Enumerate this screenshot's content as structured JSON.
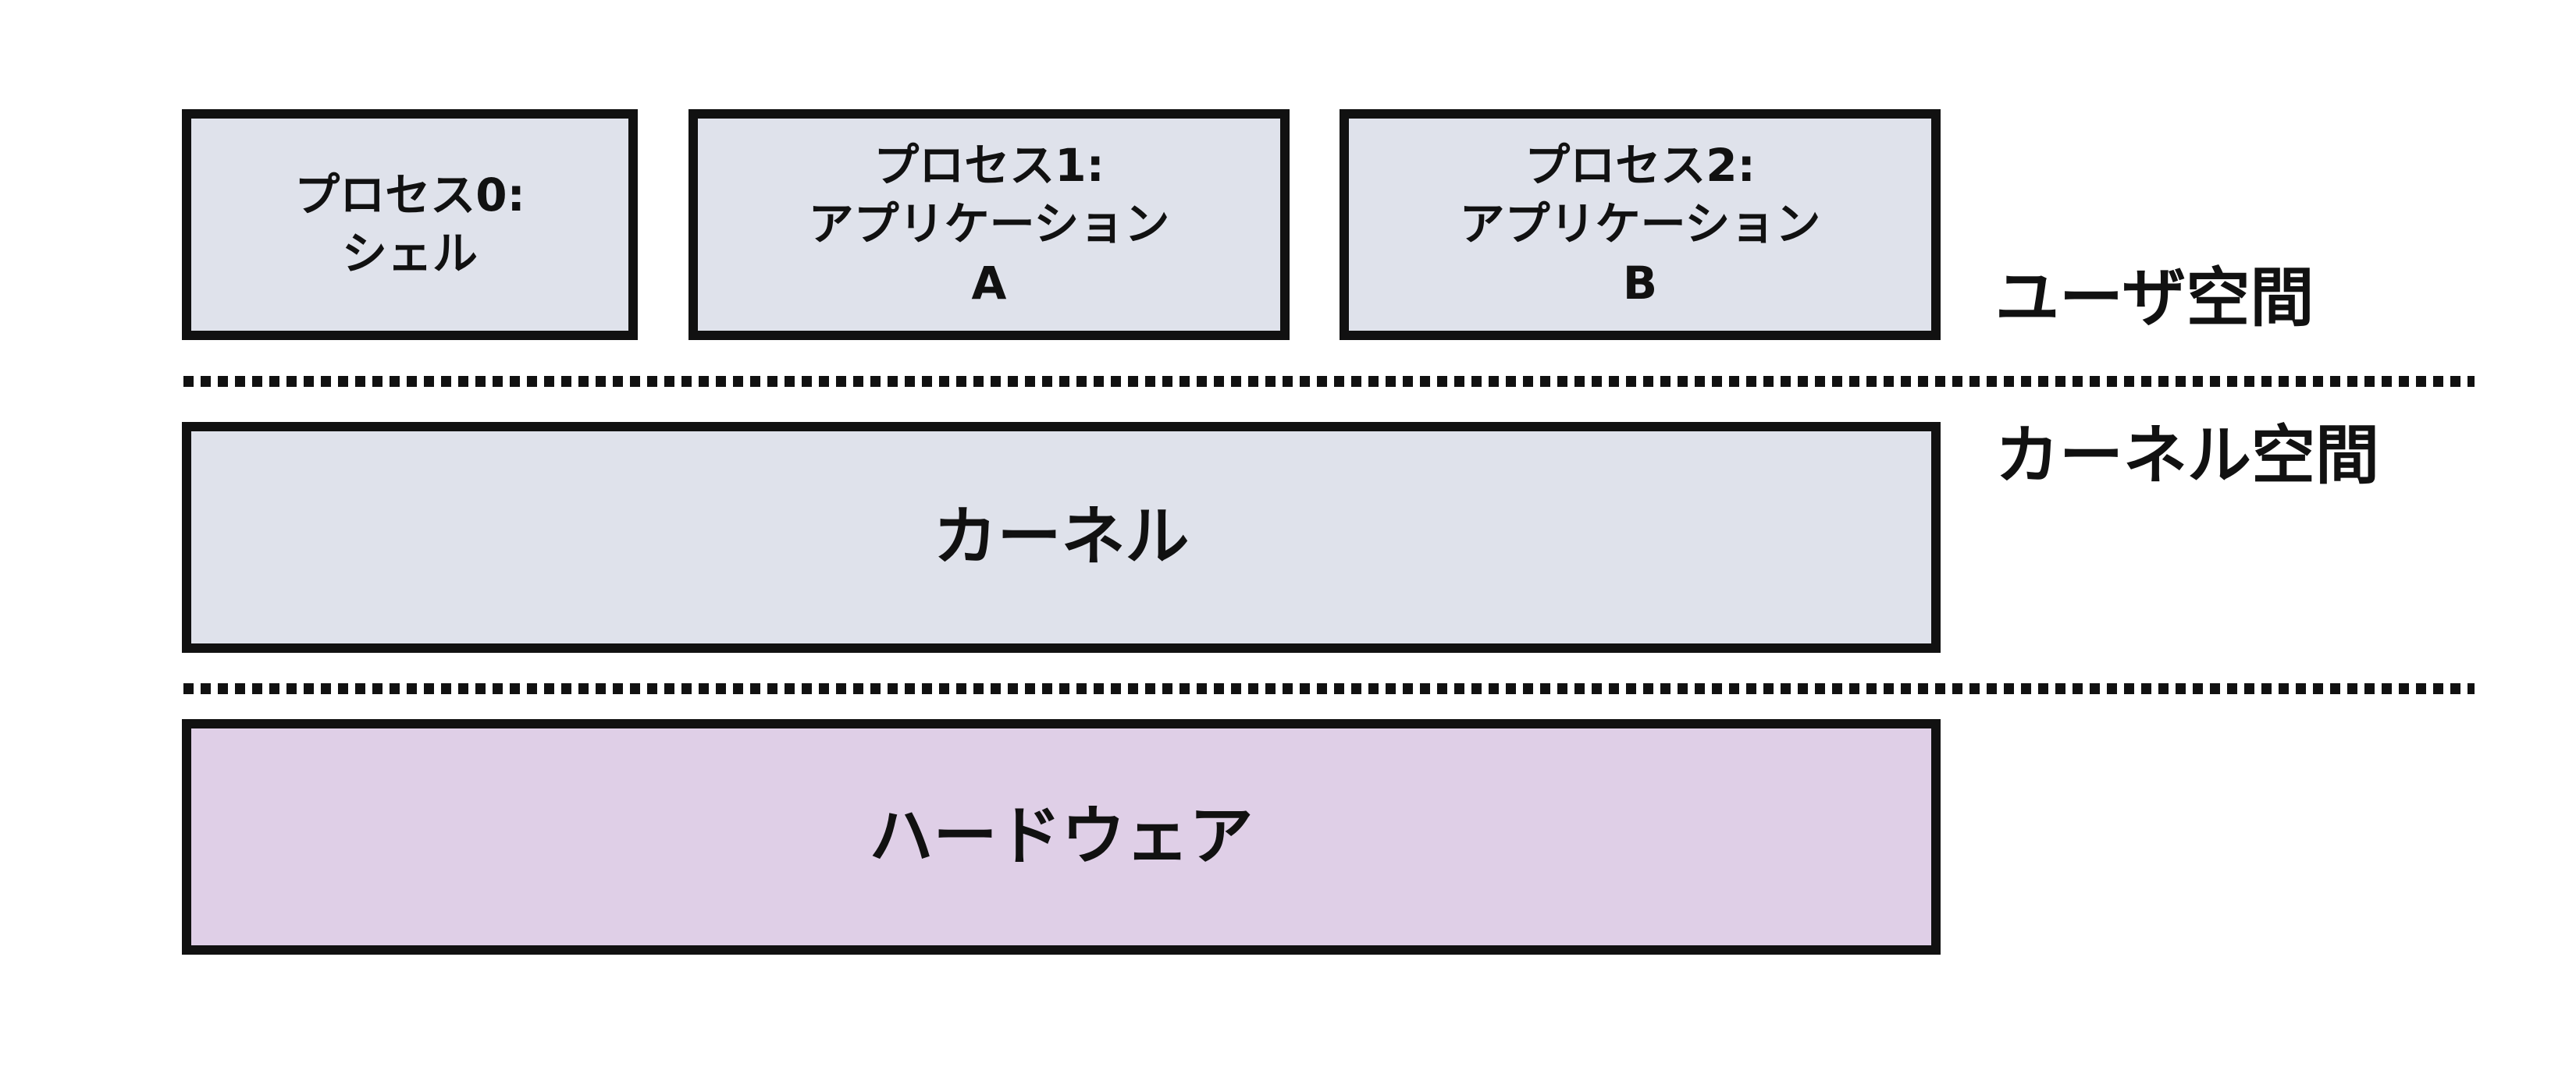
{
  "processes": [
    {
      "label": "プロセス0:\nシェル"
    },
    {
      "label": "プロセス1:\nアプリケーション\nA"
    },
    {
      "label": "プロセス2:\nアプリケーション\nB"
    }
  ],
  "kernel": {
    "label": "カーネル"
  },
  "hardware": {
    "label": "ハードウェア"
  },
  "regions": {
    "user_space": "ユーザ空間",
    "kernel_space": "カーネル空間"
  },
  "colors": {
    "process_fill": "#dfe2eb",
    "kernel_fill": "#dfe2eb",
    "hardware_fill": "#dfcfe7",
    "border": "#111111",
    "divider": "#111111",
    "background": "#ffffff"
  }
}
